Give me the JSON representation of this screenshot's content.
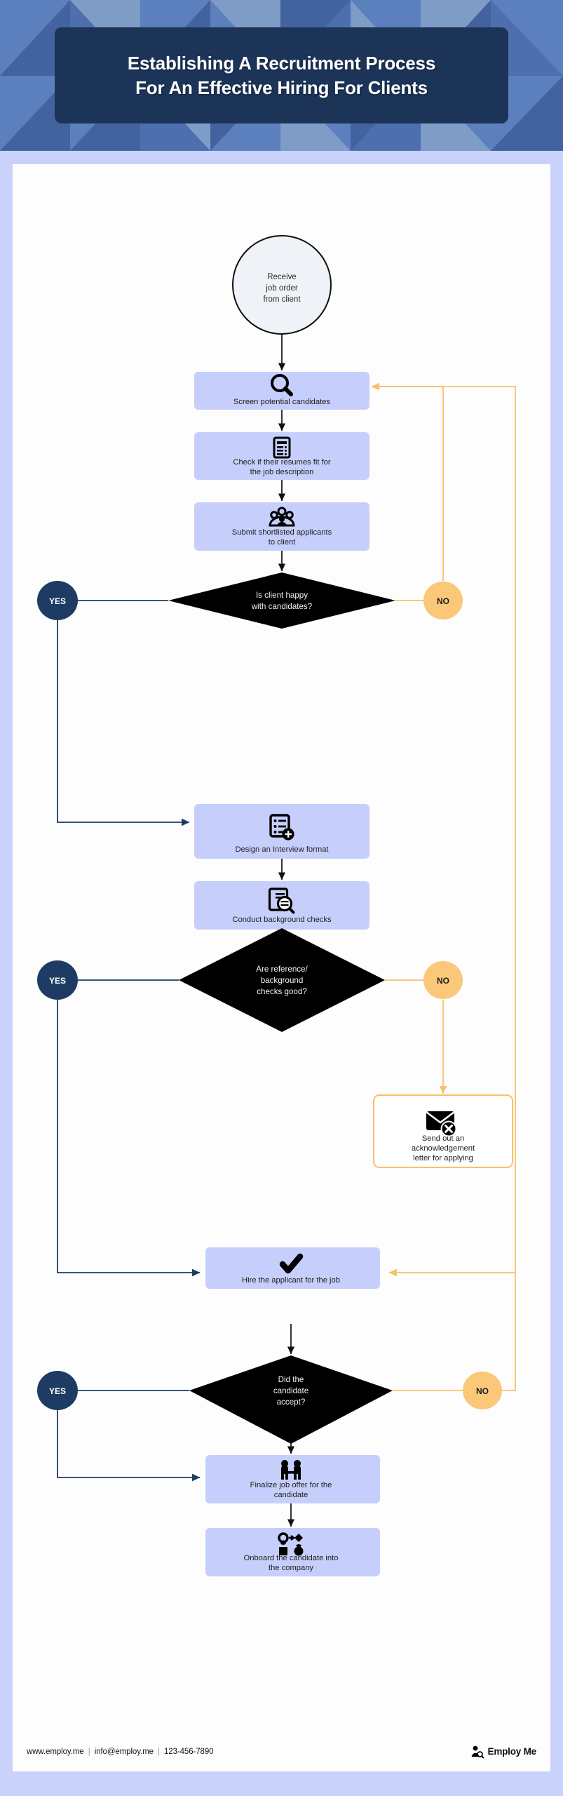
{
  "header": {
    "title_line1": "Establishing A Recruitment Process",
    "title_line2": "For An Effective Hiring For Clients",
    "bg_color": "#4d6fb0",
    "pattern_color_light": "#7e9cc6",
    "pattern_color_dark": "#42639f",
    "card_color": "#1c3458"
  },
  "theme": {
    "page_bg": "#c9d2fb",
    "card_bg": "#fdfdfd",
    "process_box_fill": "#c6cffb",
    "decision_fill": "#000000",
    "yes_fill": "#1e3c63",
    "no_fill": "#fac878",
    "yes_line": "#1e3c63",
    "no_line": "#f9c06a",
    "flow_line": "#111111",
    "start_fill": "#eff2f7"
  },
  "flow": {
    "start": {
      "id": "start-node",
      "label_lines": [
        "Receive",
        "job order",
        "from client"
      ]
    },
    "steps": [
      {
        "id": "screen-candidates",
        "icon": "magnifier-icon",
        "label_lines": [
          "Screen potential candidates"
        ]
      },
      {
        "id": "check-resumes",
        "icon": "document-list-icon",
        "label_lines": [
          "Check if their resumes fit for",
          "the job description"
        ]
      },
      {
        "id": "submit-shortlist",
        "icon": "people-group-icon",
        "label_lines": [
          "Submit shortlisted applicants",
          "to client"
        ]
      },
      {
        "id": "design-interview",
        "icon": "checklist-plus-icon",
        "label_lines": [
          "Design an Interview format"
        ]
      },
      {
        "id": "background-checks",
        "icon": "document-search-icon",
        "label_lines": [
          "Conduct background checks"
        ]
      },
      {
        "id": "send-ack-letter",
        "icon": "envelope-x-icon",
        "label_lines": [
          "Send out an",
          "acknowledgement",
          "letter for applying"
        ]
      },
      {
        "id": "hire-applicant",
        "icon": "checkmark-icon",
        "label_lines": [
          "Hire the applicant for the job"
        ]
      },
      {
        "id": "finalize-offer",
        "icon": "handshake-icon",
        "label_lines": [
          "Finalize job offer for the",
          "candidate"
        ]
      },
      {
        "id": "onboard-candidate",
        "icon": "workflow-shapes-icon",
        "label_lines": [
          "Onboard the candidate into",
          "the company"
        ]
      }
    ],
    "decisions": [
      {
        "id": "decision-client-happy",
        "label_lines": [
          "Is client happy",
          "with candidates?"
        ],
        "yes": "YES",
        "no": "NO"
      },
      {
        "id": "decision-checks-good",
        "label_lines": [
          "Are reference/",
          "background",
          "checks good?"
        ],
        "yes": "YES",
        "no": "NO"
      },
      {
        "id": "decision-candidate-accept",
        "label_lines": [
          "Did the",
          "candidate",
          "accept?"
        ],
        "yes": "YES",
        "no": "NO"
      }
    ]
  },
  "footer": {
    "website": "www.employ.me",
    "email": "info@employ.me",
    "phone": "123-456-7890",
    "separator": "|",
    "brand_name": "Employ Me",
    "brand_icon": "person-search-icon"
  }
}
